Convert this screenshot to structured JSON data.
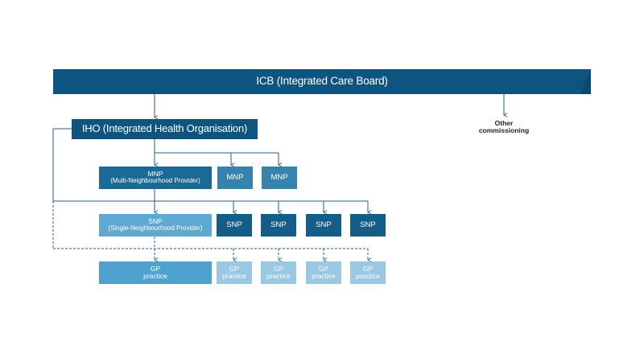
{
  "icb": {
    "label": "ICB (Integrated Care Board)"
  },
  "other": {
    "line1": "Other",
    "line2": "commissioning"
  },
  "iho": {
    "label": "IHO (Integrated Health Organisation)"
  },
  "mnp_main": {
    "line1": "MNP",
    "line2": "(Multi-Neighbourhood Provider)"
  },
  "mnp_items": [
    "MNP",
    "MNP"
  ],
  "snp_main": {
    "line1": "SNP",
    "line2": "(Single-Neighbourhood Provider)"
  },
  "snp_items": [
    "SNP",
    "SNP",
    "SNP",
    "SNP"
  ],
  "gp_main": {
    "line1": "GP",
    "line2": "practice"
  },
  "gp_items": [
    {
      "line1": "GP",
      "line2": "practice"
    },
    {
      "line1": "GP",
      "line2": "practice"
    },
    {
      "line1": "GP",
      "line2": "practice"
    },
    {
      "line1": "GP",
      "line2": "practice"
    }
  ],
  "colors": {
    "icb": "#0d5580",
    "iho": "#0d5580",
    "mnp_main": "#1a6a95",
    "mnp": "#3883ad",
    "snp_main": "#5ea8d1",
    "snp": "#135d88",
    "gp_main": "#4ea2cf",
    "gp": "#9ac7e2",
    "connector": "#1f5f8a"
  }
}
